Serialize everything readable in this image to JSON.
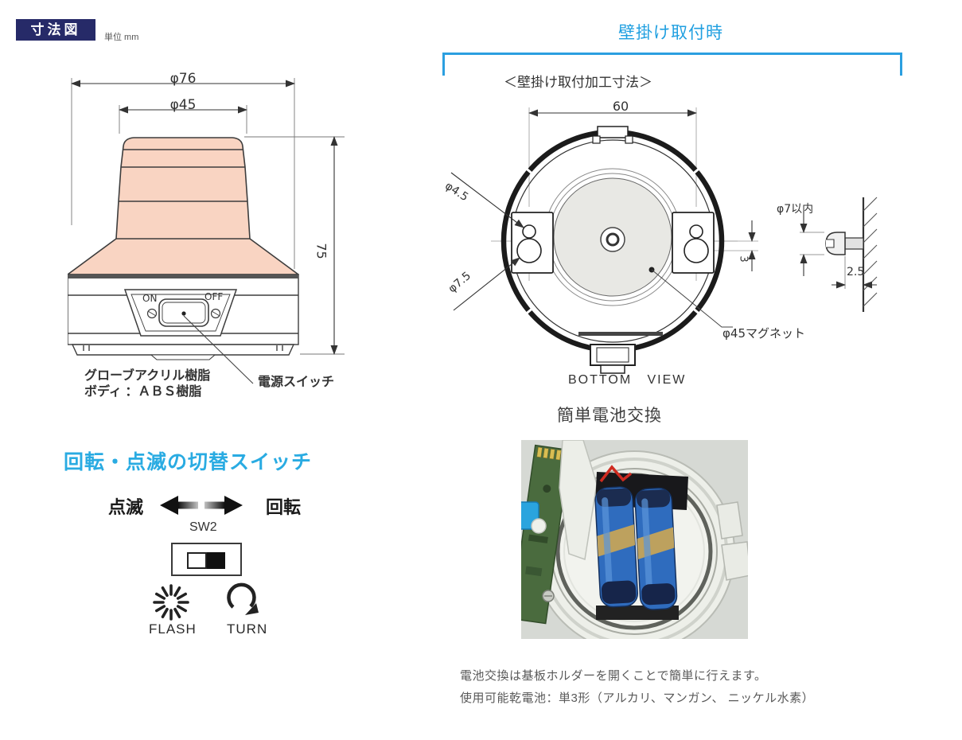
{
  "header": {
    "badge": "寸法図",
    "unit": "単位 mm"
  },
  "side_view": {
    "dim_outer_diameter": "φ76",
    "dim_globe_diameter": "φ45",
    "dim_height": "75",
    "on_label": "ON",
    "off_label": "OFF",
    "globe_material": "グローブアクリル樹脂",
    "body_material": "ボディ ：ＡＢＳ樹脂",
    "power_switch": "電源スイッチ"
  },
  "mode_switch": {
    "title": "回転・点滅の切替スイッチ",
    "flash_mode": "点滅",
    "turn_mode": "回転",
    "switch_id": "SW2",
    "flash_caption": "FLASH",
    "turn_caption": "TURN"
  },
  "wall_mount": {
    "title": "壁掛け取付時",
    "subtitle": "＜壁掛け取付加工寸法＞",
    "dim_width": "60",
    "dim_hole_small": "φ4.5",
    "dim_hole_large": "φ7.5",
    "dim_offset": "3",
    "dim_screw_head": "φ7以内",
    "dim_wall_gap": "2.5",
    "magnet_label": "φ45マグネット",
    "view_caption": "BOTTOM   VIEW"
  },
  "battery": {
    "title": "簡単電池交換",
    "note_line1": "電池交換は基板ホルダーを開くことで簡単に行えます。",
    "note_line2": "使用可能乾電池：単3形（アルカリ、マンガン、 ニッケル水素）"
  },
  "colors": {
    "accent_cyan": "#29abe2",
    "badge_navy": "#262a68",
    "globe_fill": "#f9d4c2",
    "bracket_blue": "#2b9fe0"
  }
}
